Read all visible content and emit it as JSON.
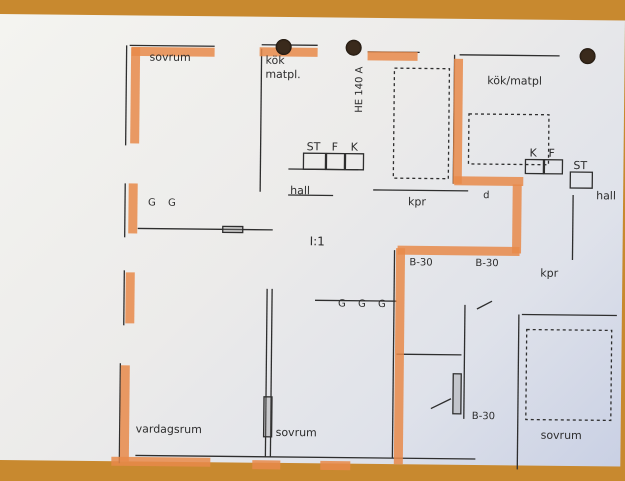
{
  "rooms": {
    "sovrum_top": "sovrum",
    "kok_matpl_left_1": "kök",
    "kok_matpl_left_2": "matpl.",
    "kok_matpl_right": "kök/matpl",
    "hall_left": "hall",
    "hall_right": "hall",
    "kpr_center": "kpr",
    "kpr_right": "kpr",
    "vardagsrum": "vardagsrum",
    "sovrum_bottom_mid": "sovrum",
    "sovrum_bottom_right": "sovrum"
  },
  "cabinets": {
    "st_left": "ST",
    "f_left": "F",
    "k_left": "K",
    "k_right": "K",
    "f_right": "F",
    "st_right": "ST"
  },
  "annotations": {
    "beam": "HE 140 A",
    "scale": "I:1",
    "b30_a": "B-30",
    "b30_b": "B-30",
    "b30_c": "B-30",
    "g_1": "G",
    "g_2": "G",
    "g_3": "G",
    "g_4": "G",
    "g_5": "G",
    "d_mark": "d"
  },
  "colors": {
    "paper": "#efeeea",
    "highlight": "#e8894a",
    "ink": "#2c2c2c",
    "desk": "#c8892f"
  }
}
